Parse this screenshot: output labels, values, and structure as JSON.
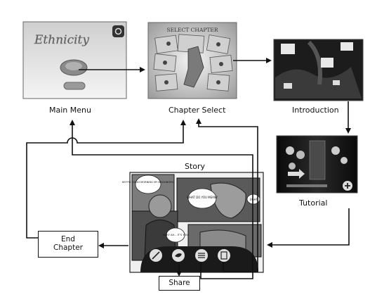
{
  "nodes": {
    "main_menu": {
      "label": "Main Menu",
      "logo_text": "Ethnicity"
    },
    "chapter_select": {
      "label": "Chapter Select",
      "screen_title": "SELECT CHAPTER"
    },
    "introduction": {
      "label": "Introduction"
    },
    "tutorial": {
      "label": "Tutorial"
    },
    "story": {
      "label": "Story",
      "bubble_1": "HEYYY! GOOD MORNING MY NEIGHBORS!",
      "bubble_2": "WHAT DO YOU MEAN?",
      "bubble_3": "UGH!",
      "bubble_4": "HAH? AH... IT'S YOU"
    },
    "end_chapter": {
      "line1": "End",
      "line2": "Chapter"
    },
    "share": {
      "label": "Share"
    }
  },
  "colors": {
    "line": "#111111",
    "screen_dark": "#1a1a1a",
    "screen_light": "#e9e9e9"
  },
  "icons": [
    "gear-icon",
    "no-sound-icon",
    "twitter-icon",
    "menu-icon",
    "document-icon",
    "plus-icon"
  ]
}
